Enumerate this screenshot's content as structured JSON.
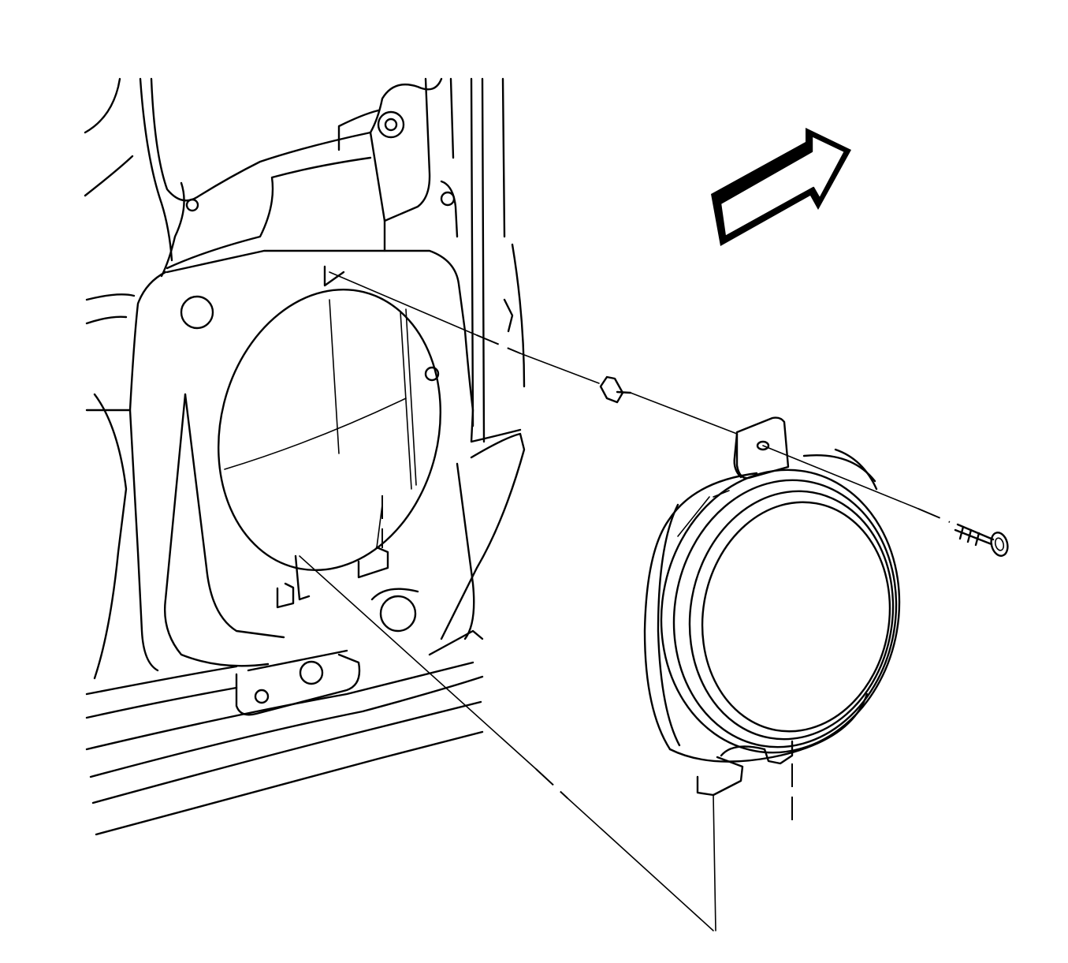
{
  "figure": {
    "type": "exploded-view line drawing",
    "components": [
      "door-inner-panel",
      "speaker-opening",
      "speaker",
      "speaker-bracket",
      "screw",
      "retainer-clip",
      "forward-direction-arrow"
    ],
    "colors": {
      "line": "#000000",
      "background": "#ffffff"
    },
    "icons": [
      "forward-arrow-icon"
    ]
  }
}
